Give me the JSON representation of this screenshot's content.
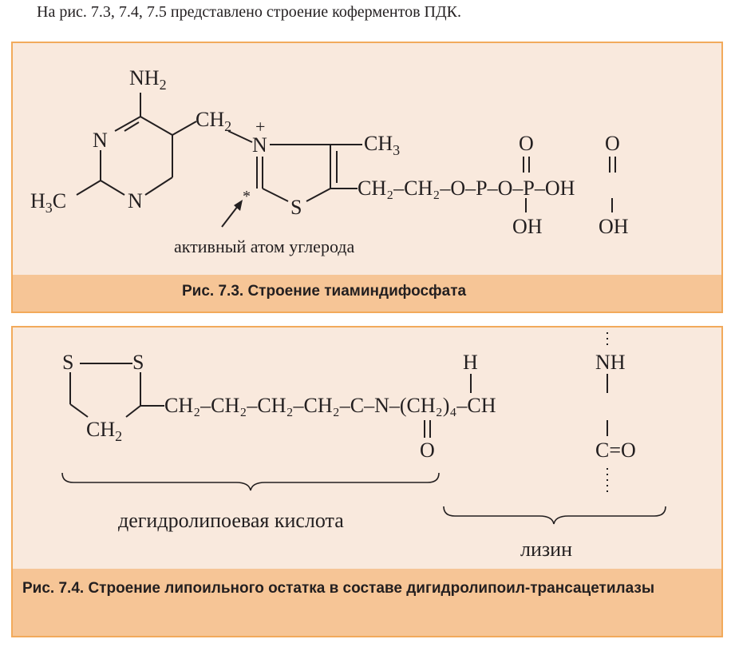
{
  "intro_text": "На рис. 7.3, 7.4, 7.5 представлено строение коферментов ПДК.",
  "figure1": {
    "caption": "Рис. 7.3. Строение тиаминдифосфата",
    "labels": {
      "nh2": "NH",
      "nh2_sub": "2",
      "ch2": "CH",
      "ch2_sub": "2",
      "n_ring": "N",
      "n_ring2": "N",
      "h3c": "H",
      "h3c_sub": "3",
      "h3c_c": "C",
      "n_plus": "N",
      "plus": "+",
      "s": "S",
      "star": "*",
      "ch3": "CH",
      "ch3_sub": "3",
      "chain": "CH₂–CH₂–O–P–O–P–OH",
      "o_top1": "O",
      "o_top2": "O",
      "oh_bottom1": "OH",
      "oh_bottom2": "OH",
      "active_atom": "активный атом углерода"
    }
  },
  "figure2": {
    "caption": "Рис. 7.4. Строение липоильного остатка в составе дигидролипоил-трансацетилазы",
    "labels": {
      "s_left": "S",
      "s_right": "S",
      "ch2_ring": "CH",
      "ch2_ring_sub": "2",
      "chain": "CH₂–CH₂–CH₂–CH₂–C–N–(CH₂)₄–CH",
      "h": "H",
      "nh": "NH",
      "o": "O",
      "co": "C=O",
      "acid": "дегидролипоевая кислота",
      "lysine": "лизин"
    }
  },
  "colors": {
    "frame_border": "#f2aa5b",
    "frame_bg": "#f9e9dd",
    "caption_bg": "#f6c596",
    "text": "#231f20"
  }
}
